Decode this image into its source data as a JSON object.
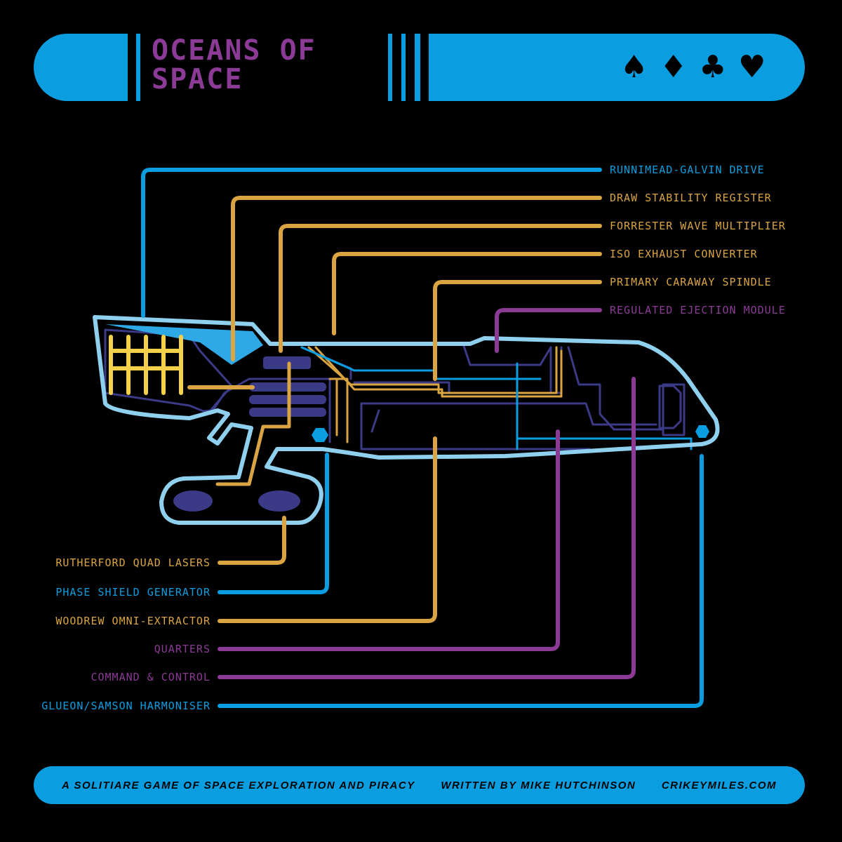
{
  "colors": {
    "blue": "#0a9ee0",
    "light_blue": "#8fd0ee",
    "gold": "#d9a441",
    "purple": "#8b3a96",
    "navy": "#3a3a86",
    "background": "#000000"
  },
  "header": {
    "title_line1": "OCEANS OF",
    "title_line2": "SPACE",
    "suits": [
      {
        "name": "spade-icon",
        "glyph": "♠"
      },
      {
        "name": "diamond-icon",
        "glyph": "♦"
      },
      {
        "name": "club-icon",
        "glyph": "♣"
      },
      {
        "name": "heart-icon",
        "glyph": "♥"
      }
    ]
  },
  "callouts_right": [
    {
      "label": "RUNNIMEAD-GALVIN DRIVE",
      "color": "blue"
    },
    {
      "label": "DRAW STABILITY REGISTER",
      "color": "gold"
    },
    {
      "label": "FORRESTER WAVE MULTIPLIER",
      "color": "gold"
    },
    {
      "label": "ISO EXHAUST CONVERTER",
      "color": "gold"
    },
    {
      "label": "PRIMARY CARAWAY SPINDLE",
      "color": "gold"
    },
    {
      "label": "REGULATED EJECTION MODULE",
      "color": "purple"
    }
  ],
  "callouts_left": [
    {
      "label": "RUTHERFORD QUAD LASERS",
      "color": "gold"
    },
    {
      "label": "PHASE SHIELD GENERATOR",
      "color": "blue"
    },
    {
      "label": "WOODREW OMNI-EXTRACTOR",
      "color": "gold"
    },
    {
      "label": "QUARTERS",
      "color": "purple"
    },
    {
      "label": "COMMAND & CONTROL",
      "color": "purple"
    },
    {
      "label": "GLUEON/SAMSON HARMONISER",
      "color": "blue"
    }
  ],
  "footer": {
    "tagline": "A SOLITIARE GAME OF SPACE EXPLORATION AND PIRACY",
    "author": "WRITTEN BY MIKE HUTCHINSON",
    "site": "CRIKEYMILES.COM"
  }
}
